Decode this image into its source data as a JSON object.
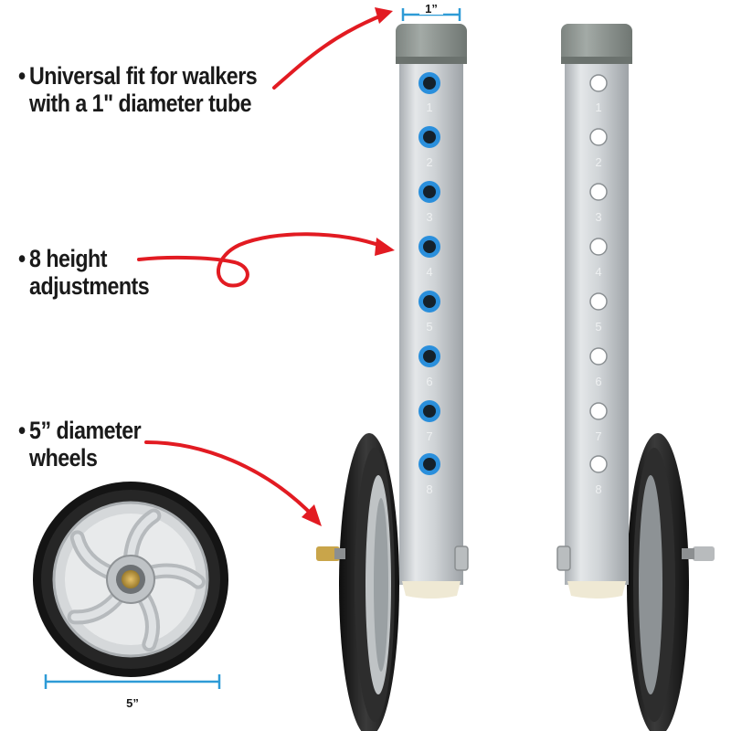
{
  "callouts": [
    {
      "line1": "Universal fit for walkers",
      "line2": "with a 1\" diameter tube"
    },
    {
      "line1": "8 height",
      "line2": "adjustments"
    },
    {
      "line1": "5” diameter",
      "line2": "wheels"
    }
  ],
  "dimensions": {
    "tube_label": "1”",
    "wheel_label": "5”"
  },
  "hole_numbers": [
    "1",
    "2",
    "3",
    "4",
    "5",
    "6",
    "7",
    "8"
  ],
  "colors": {
    "arrow": "#e21b22",
    "dimension_line": "#2e9bd6",
    "hole_ring": "#2a8fdc",
    "tube": "#c9cdd0",
    "cap": "#8f9692",
    "tire": "#1c1c1c"
  },
  "icons": [
    "red-curved-arrow",
    "blue-dimension-bracket"
  ]
}
